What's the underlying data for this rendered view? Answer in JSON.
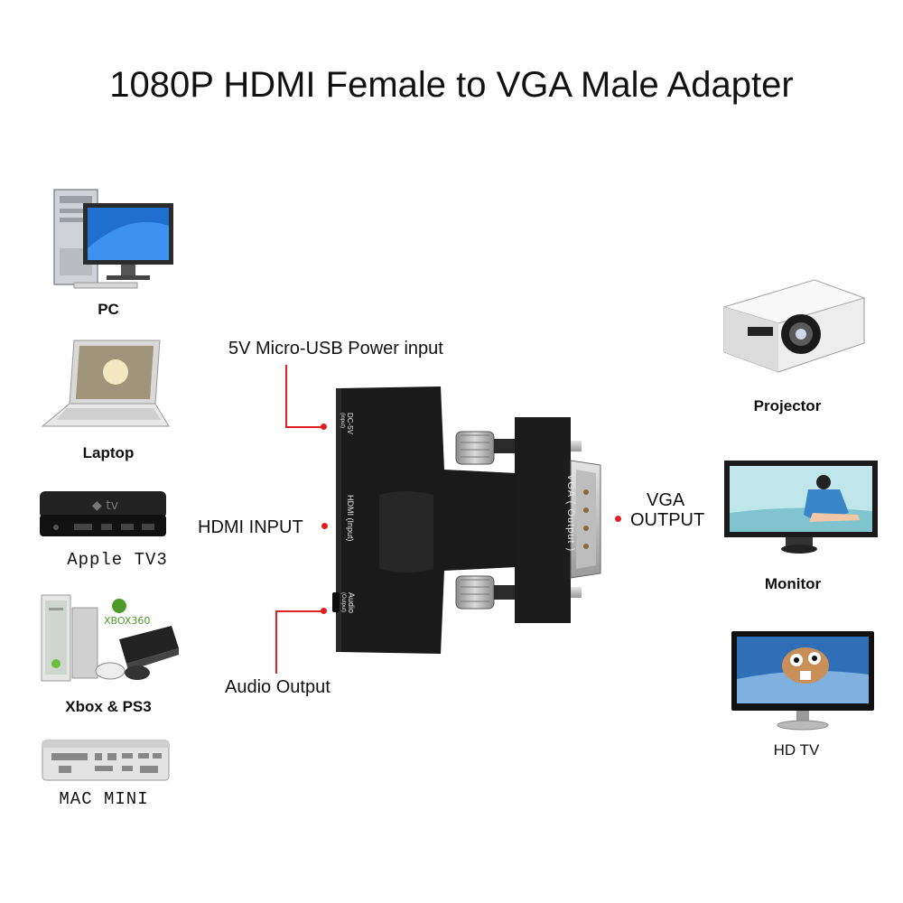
{
  "title": "1080P HDMI Female to VGA Male Adapter",
  "devices_left": [
    {
      "label": "PC",
      "icon": "pc-icon"
    },
    {
      "label": "Laptop",
      "icon": "laptop-icon"
    },
    {
      "label": "Apple TV3",
      "icon": "apple-tv-icon"
    },
    {
      "label": "Xbox & PS3",
      "icon": "game-console-icon"
    },
    {
      "label": "MAC MINI",
      "icon": "mac-mini-icon"
    }
  ],
  "devices_right": [
    {
      "label": "Projector",
      "icon": "projector-icon"
    },
    {
      "label": "Monitor",
      "icon": "monitor-icon"
    },
    {
      "label": "HD TV",
      "icon": "tv-icon"
    }
  ],
  "ports": {
    "power": "5V Micro-USB Power input",
    "hdmi": "HDMI INPUT",
    "audio": "Audio Output",
    "vga_line1": "VGA",
    "vga_line2": "OUTPUT"
  },
  "adapter_markings": {
    "dc": "DC-5V",
    "dc_sub": "(input)",
    "hdmi": "HDMI  (Input)",
    "audio": "Audio",
    "audio_sub": "(Output)",
    "vga": "VGA  ( Output )"
  },
  "xbox_logo": "XBOX360",
  "colors": {
    "accent_red": "#e02020",
    "adapter_black": "#1a1a1a"
  }
}
